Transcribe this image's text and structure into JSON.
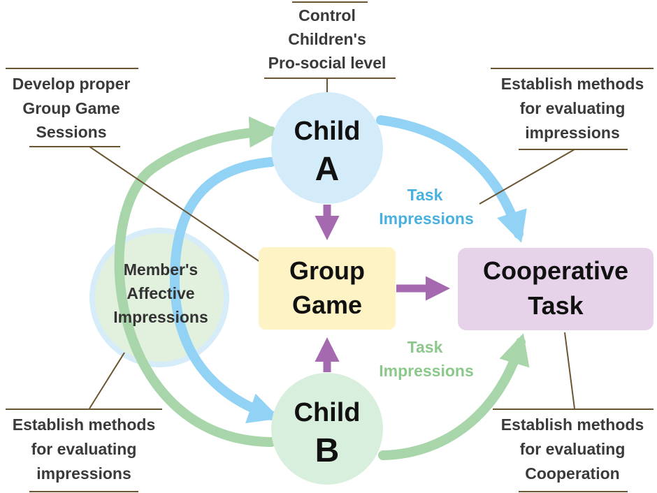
{
  "colors": {
    "child_a_fill": "#d4ecf9",
    "child_b_fill": "#d9efdd",
    "group_game_fill": "#fdf3c4",
    "coop_task_fill": "#e6d3ea",
    "member_fill": "#e2f0de",
    "member_ring": "#d6ecf8",
    "arrow_blue": "#92d2f4",
    "arrow_green": "#a8d6aa",
    "arrow_purple": "#a569b0",
    "leader_line": "#6b5531",
    "task_blue_text": "#4ab0e0",
    "task_green_text": "#8cc88c"
  },
  "nodes": {
    "child_a": {
      "line1": "Child",
      "line2": "A"
    },
    "child_b": {
      "line1": "Child",
      "line2": "B"
    },
    "group_game": {
      "line1": "Group",
      "line2": "Game"
    },
    "cooperative_task": {
      "line1": "Cooperative",
      "line2": "Task"
    },
    "member_affective": {
      "line1": "Member's",
      "line2": "Affective",
      "line3": "Impressions"
    }
  },
  "edge_labels": {
    "task_impressions_top": {
      "line1": "Task",
      "line2": "Impressions"
    },
    "task_impressions_bottom": {
      "line1": "Task",
      "line2": "Impressions"
    }
  },
  "annotations": {
    "control": {
      "line1": "Control",
      "line2": "Children's",
      "line3": "Pro-social level"
    },
    "develop": {
      "line1": "Develop proper",
      "line2": "Group Game",
      "line3": "Sessions"
    },
    "evaluate_top_right": {
      "line1": "Establish methods",
      "line2": "for evaluating",
      "line3": "impressions"
    },
    "evaluate_bottom_left": {
      "line1": "Establish methods",
      "line2": "for evaluating",
      "line3": "impressions"
    },
    "evaluate_bottom_right": {
      "line1": "Establish methods",
      "line2": "for evaluating",
      "line3": "Cooperation"
    }
  }
}
